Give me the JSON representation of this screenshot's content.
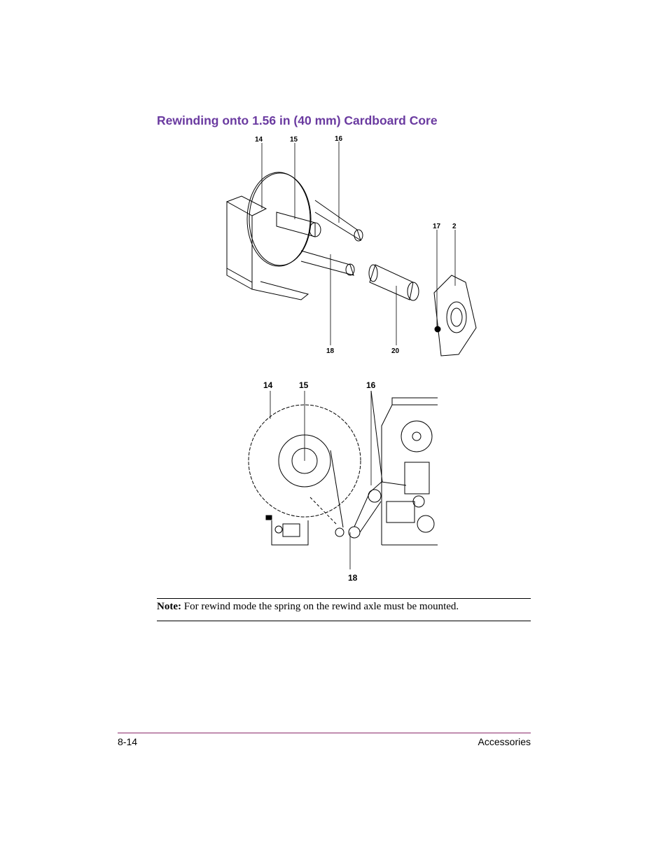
{
  "section": {
    "title": "Rewinding onto 1.56 in (40 mm) Cardboard Core"
  },
  "figure_top": {
    "callouts": {
      "c14": "14",
      "c15": "15",
      "c16": "16",
      "c17": "17",
      "c2": "2",
      "c18": "18",
      "c20": "20"
    }
  },
  "figure_bottom": {
    "callouts": {
      "c14": "14",
      "c15": "15",
      "c16": "16",
      "c18": "18"
    }
  },
  "note": {
    "label": "Note:",
    "text": " For rewind mode the spring on the rewind axle must be mounted."
  },
  "footer": {
    "page_number": "8-14",
    "chapter": "Accessories"
  }
}
